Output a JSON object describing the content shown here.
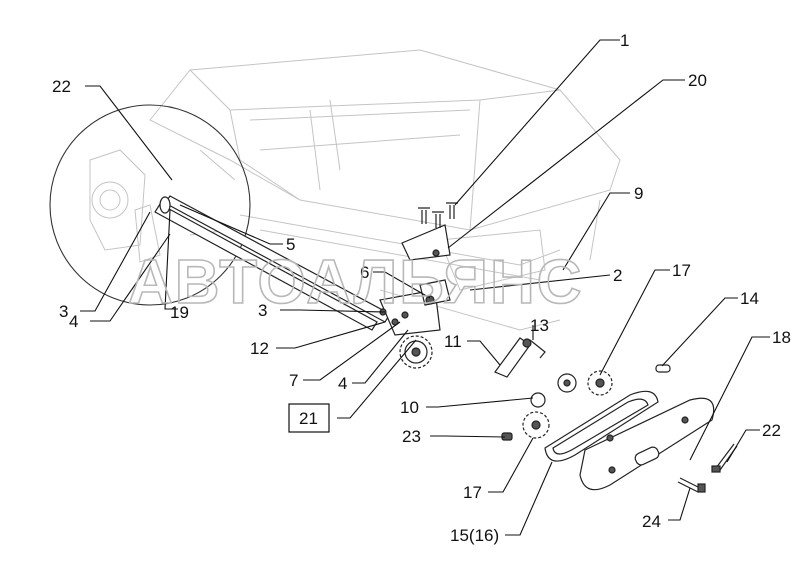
{
  "watermark": "АВТОАЛЬЯНС",
  "callouts": [
    {
      "id": "c1",
      "text": "1"
    },
    {
      "id": "c20",
      "text": "20"
    },
    {
      "id": "c9",
      "text": "9"
    },
    {
      "id": "c22a",
      "text": "22"
    },
    {
      "id": "c5",
      "text": "5"
    },
    {
      "id": "c3a",
      "text": "3"
    },
    {
      "id": "c19",
      "text": "19"
    },
    {
      "id": "c4a",
      "text": "4"
    },
    {
      "id": "c6",
      "text": "6"
    },
    {
      "id": "c2",
      "text": "2"
    },
    {
      "id": "c17a",
      "text": "17"
    },
    {
      "id": "c3b",
      "text": "3"
    },
    {
      "id": "c14",
      "text": "14"
    },
    {
      "id": "c13",
      "text": "13"
    },
    {
      "id": "c11",
      "text": "11"
    },
    {
      "id": "c12",
      "text": "12"
    },
    {
      "id": "c18",
      "text": "18"
    },
    {
      "id": "c7",
      "text": "7"
    },
    {
      "id": "c4b",
      "text": "4"
    },
    {
      "id": "c10",
      "text": "10"
    },
    {
      "id": "c21",
      "text": "21"
    },
    {
      "id": "c23",
      "text": "23"
    },
    {
      "id": "c22b",
      "text": "22"
    },
    {
      "id": "c17b",
      "text": "17"
    },
    {
      "id": "c24",
      "text": "24"
    },
    {
      "id": "c1516",
      "text": "15(16)"
    }
  ]
}
